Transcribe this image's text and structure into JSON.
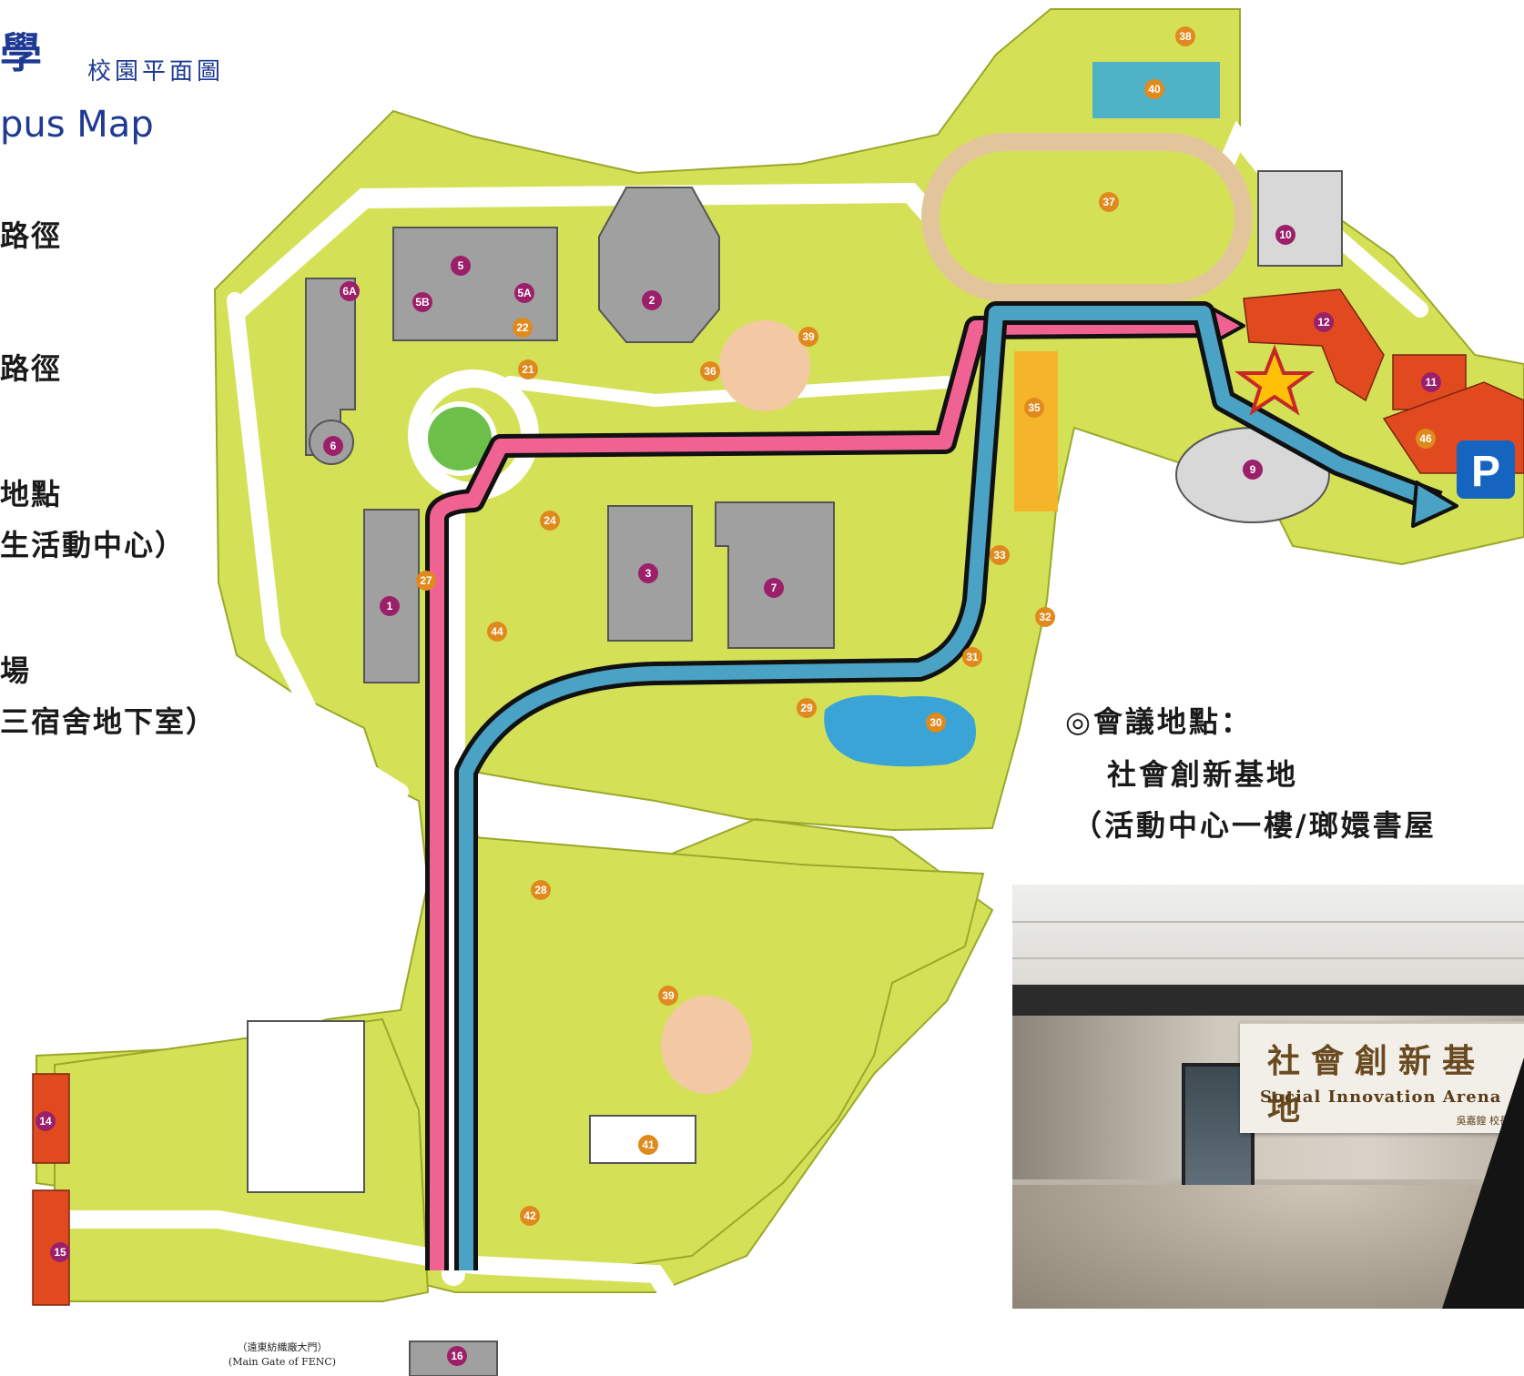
{
  "header": {
    "title_cn": "學",
    "subtitle_cn": "校園平面圖",
    "title_en": "pus Map"
  },
  "legend": {
    "walk_route_1": "路徑",
    "walk_route_2": "路徑",
    "location_label": "地點",
    "location_detail": "生活動中心）",
    "parking_label": "場",
    "parking_detail": "三宿舍地下室）"
  },
  "meeting": {
    "label": "◎會議地點：",
    "name": "社會創新基地",
    "detail": "（活動中心一樓/瑯嬛書屋"
  },
  "photo": {
    "sign_cn": "社會創新基地",
    "sign_en": "Social Innovation Arena",
    "sign_credit": "吳嘉鍠 校長"
  },
  "gate_label": {
    "cn": "（遠東紡織廠大門）",
    "en": "(Main Gate of FENC)"
  },
  "parking_icon": "P",
  "colors": {
    "grass": "#d4e157",
    "building": "#a0a0a0",
    "building_red": "#e14a1e",
    "route_pink": "#f06292",
    "route_blue": "#4aa3c4",
    "path": "#ffffff",
    "marker_purple": "#9c1f6a",
    "marker_orange": "#e08a1e",
    "parking_blue": "#1565c0",
    "star": "#ffc107"
  },
  "markers": [
    {
      "id": "1",
      "color": "purple"
    },
    {
      "id": "2",
      "color": "purple"
    },
    {
      "id": "3",
      "color": "purple"
    },
    {
      "id": "5",
      "color": "purple"
    },
    {
      "id": "5A",
      "color": "purple"
    },
    {
      "id": "5B",
      "color": "purple"
    },
    {
      "id": "6",
      "color": "purple"
    },
    {
      "id": "6A",
      "color": "purple"
    },
    {
      "id": "7",
      "color": "purple"
    },
    {
      "id": "9",
      "color": "purple"
    },
    {
      "id": "10",
      "color": "purple"
    },
    {
      "id": "11",
      "color": "purple"
    },
    {
      "id": "12",
      "color": "purple"
    },
    {
      "id": "14",
      "color": "purple"
    },
    {
      "id": "15",
      "color": "purple"
    },
    {
      "id": "16",
      "color": "purple"
    },
    {
      "id": "21",
      "color": "orange"
    },
    {
      "id": "22",
      "color": "orange"
    },
    {
      "id": "24",
      "color": "orange"
    },
    {
      "id": "27",
      "color": "orange"
    },
    {
      "id": "28",
      "color": "orange"
    },
    {
      "id": "29",
      "color": "orange"
    },
    {
      "id": "30",
      "color": "orange"
    },
    {
      "id": "31",
      "color": "orange"
    },
    {
      "id": "32",
      "color": "orange"
    },
    {
      "id": "33",
      "color": "orange"
    },
    {
      "id": "35",
      "color": "orange"
    },
    {
      "id": "36",
      "color": "orange"
    },
    {
      "id": "37",
      "color": "orange"
    },
    {
      "id": "38",
      "color": "orange"
    },
    {
      "id": "39",
      "color": "orange"
    },
    {
      "id": "39",
      "color": "orange"
    },
    {
      "id": "40",
      "color": "orange"
    },
    {
      "id": "41",
      "color": "orange"
    },
    {
      "id": "42",
      "color": "orange"
    },
    {
      "id": "44",
      "color": "orange"
    },
    {
      "id": "46",
      "color": "orange"
    }
  ]
}
